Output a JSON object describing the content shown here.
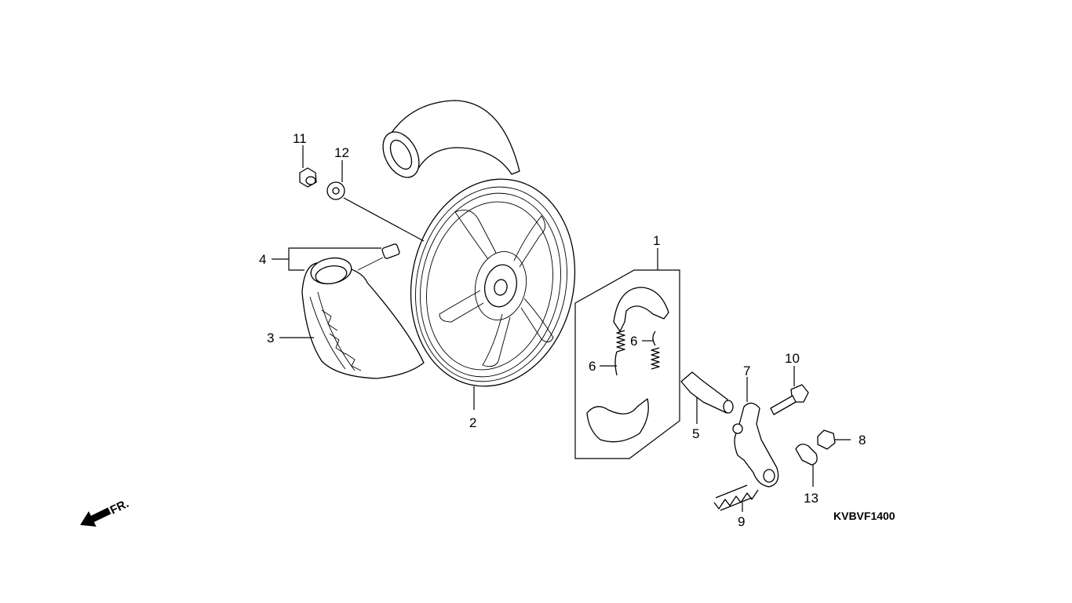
{
  "diagram_code": "KVBVF1400",
  "direction_marker": "FR.",
  "callouts": {
    "c1": "1",
    "c2": "2",
    "c3": "3",
    "c4": "4",
    "c5": "5",
    "c6a": "6",
    "c6b": "6",
    "c7": "7",
    "c8": "8",
    "c9": "9",
    "c10": "10",
    "c11": "11",
    "c12": "12",
    "c13": "13"
  },
  "colors": {
    "line": "#000000",
    "background": "#ffffff"
  }
}
